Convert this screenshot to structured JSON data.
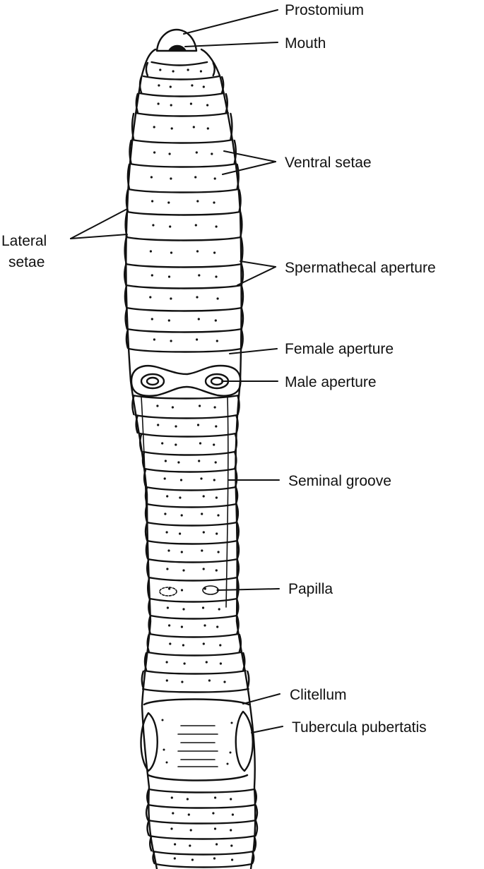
{
  "subject": "earthworm-ventral-view",
  "colors": {
    "ink": "#111111",
    "background": "#ffffff"
  },
  "labels": {
    "prostomium": "Prostomium",
    "mouth": "Mouth",
    "ventral_setae": "Ventral setae",
    "lateral_setae_line1": "Lateral",
    "lateral_setae_line2": "setae",
    "spermathecal_aperture": "Spermathecal aperture",
    "female_aperture": "Female aperture",
    "male_aperture": "Male aperture",
    "seminal_groove": "Seminal groove",
    "papilla": "Papilla",
    "clitellum": "Clitellum",
    "tubercula_pubertatis": "Tubercula pubertatis"
  }
}
